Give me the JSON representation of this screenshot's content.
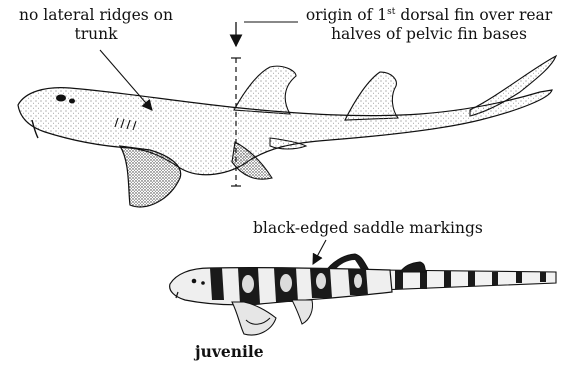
{
  "annotations": {
    "no_ridges": [
      "no lateral ridges on",
      "trunk"
    ],
    "origin_line1_prefix": "origin of 1",
    "origin_line1_sup": "st",
    "origin_line1_suffix": " dorsal fin over rear",
    "origin_line2": "halves of pelvic fin bases",
    "saddle": "black-edged saddle markings",
    "juvenile": "juvenile"
  },
  "figure": {
    "adult": "adult-shark-illustration",
    "juvenile": "juvenile-shark-illustration"
  },
  "colors": {
    "ink": "#111111",
    "stipple": "#6a6a6a",
    "saddle": "#1a1a1a",
    "background": "#ffffff"
  }
}
